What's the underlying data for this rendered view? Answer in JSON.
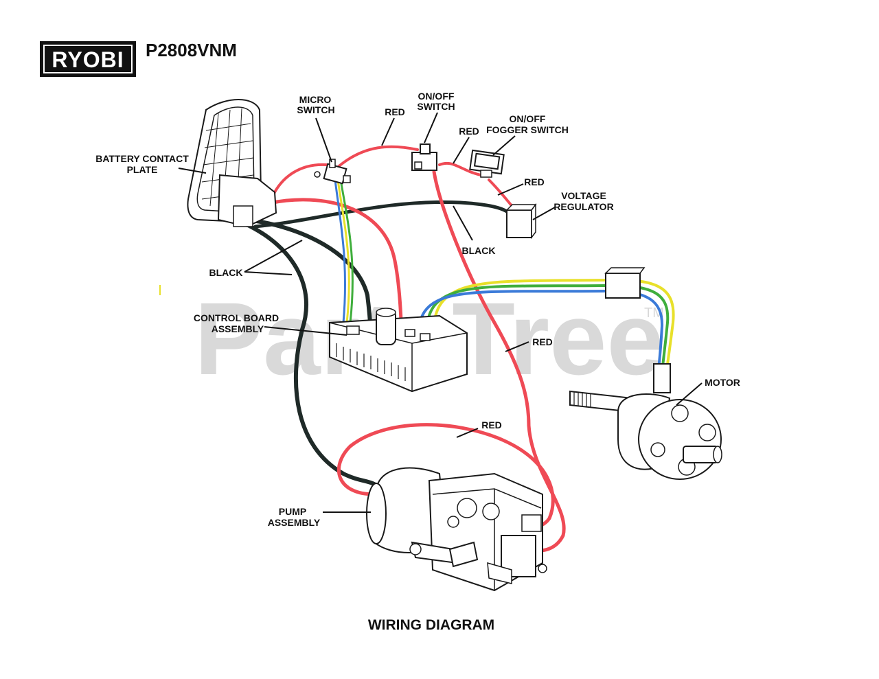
{
  "header": {
    "brand_logo": "RYOBI",
    "model": "P2808VNM"
  },
  "watermark": {
    "text": "PartsTree",
    "trademark": "TM"
  },
  "footer": {
    "title": "WIRING DIAGRAM"
  },
  "labels": {
    "battery_contact_plate": [
      "BATTERY CONTACT",
      "PLATE"
    ],
    "micro_switch": [
      "MICRO",
      "SWITCH"
    ],
    "on_off_switch": [
      "ON/OFF",
      "SWITCH"
    ],
    "on_off_fogger_switch": [
      "ON/OFF",
      "FOGGER SWITCH"
    ],
    "voltage_regulator": [
      "VOLTAGE",
      "REGULATOR"
    ],
    "control_board_assembly": [
      "CONTROL BOARD",
      "ASSEMBLY"
    ],
    "motor": "MOTOR",
    "pump_assembly": [
      "PUMP",
      "ASSEMBLY"
    ],
    "red_1": "RED",
    "red_2": "RED",
    "red_3": "RED",
    "red_4": "RED",
    "red_5": "RED",
    "black_1": "BLACK",
    "black_2": "BLACK"
  },
  "colors": {
    "wire_red": "#ef4a55",
    "wire_black": "#1f2a28",
    "wire_yellow": "#e8e02a",
    "wire_green": "#3fae3c",
    "wire_blue": "#3a7ad8",
    "watermark": "#d9d9d9",
    "logo_bg": "#111111"
  }
}
